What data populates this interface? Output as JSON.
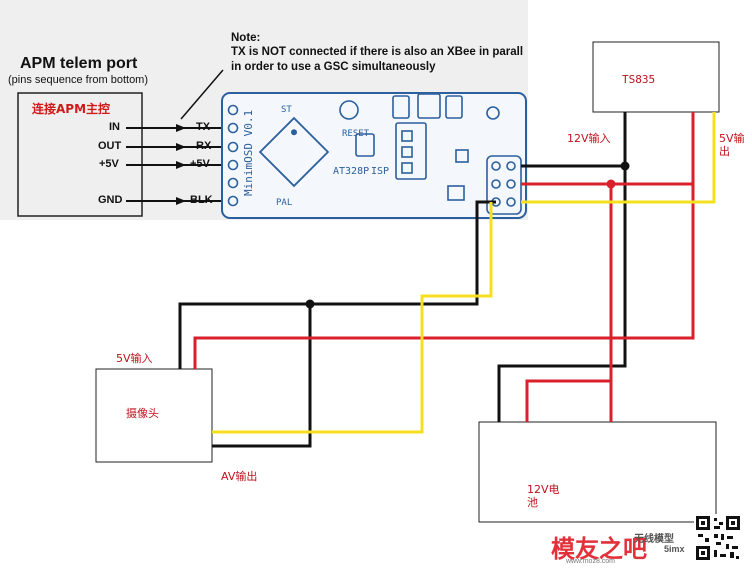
{
  "apm": {
    "title": "APM telem port",
    "subtitle": "(pins sequence from bottom)",
    "connect_label": "连接APM主控",
    "pins": [
      "IN",
      "OUT",
      "+5V",
      "GND"
    ]
  },
  "note": {
    "heading": "Note:",
    "line1": "TX is NOT connected if there is also an XBee in parall",
    "line2": "in order to use a GSC simultaneously"
  },
  "osd": {
    "pins": [
      "TX",
      "RX",
      "+5V",
      "BLK"
    ],
    "board_name": "MinimOSD V0.1",
    "reset": "RESET",
    "st": "ST",
    "chip": "AT328P",
    "isp": "ISP",
    "pal": "PAL"
  },
  "tx": {
    "name": "TS835",
    "input_12v": "12V输入",
    "output_5v_1": "5V输",
    "output_5v_2": "出"
  },
  "camera": {
    "name": "摄像头",
    "input_5v": "5V输入",
    "av_out": "AV输出"
  },
  "battery": {
    "line1": "12V电",
    "line2": "池"
  },
  "watermark": {
    "brand": "模友之吧",
    "sub1": "无线模型",
    "sub2": "5imx",
    "url": "www.moz8.com"
  },
  "colors": {
    "wire_black": "#111111",
    "wire_red": "#d8212c",
    "wire_yellow": "#f4e01c",
    "board_blue": "#2b5f9e"
  }
}
